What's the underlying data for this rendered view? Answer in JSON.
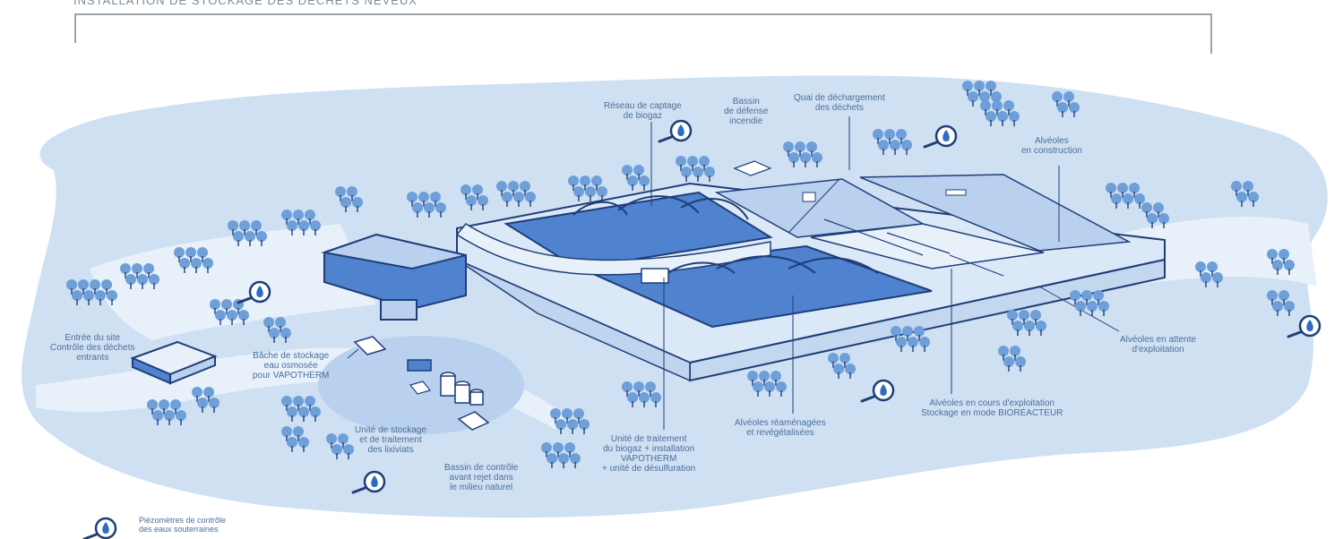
{
  "header": {
    "title": "INSTALLATION DE STOCKAGE DES DÉCHETS NEVEUX"
  },
  "labels": {
    "entree": [
      "Entrée du site",
      "Contrôle des déchets",
      "entrants"
    ],
    "bache": [
      "Bâche de stockage",
      "eau osmosée",
      "pour VAPOTHERM"
    ],
    "unite_stockage": [
      "Unité de stockage",
      "et de traitement",
      "des lixiviats"
    ],
    "bassin_controle": [
      "Bassin de contrôle",
      "avant rejet dans",
      "le milieu naturel"
    ],
    "unite_traitement": [
      "Unité de traitement",
      "du biogaz + installation",
      "VAPOTHERM",
      "+ unité de désulfuration"
    ],
    "reseau": [
      "Réseau de captage",
      "de biogaz"
    ],
    "bassin_defense": [
      "Bassin",
      "de défense",
      "incendie"
    ],
    "quai": [
      "Quai de déchargement",
      "des déchets"
    ],
    "alveoles_construction": [
      "Alvéoles",
      "en construction"
    ],
    "alveoles_attente": [
      "Alvéoles en attente",
      "d'exploitation"
    ],
    "alveoles_cours": [
      "Alvéoles en cours d'exploitation",
      "Stockage en mode BIORÉACTEUR"
    ],
    "alveoles_reamenagees": [
      "Alvéoles réaménagées",
      "et revégétalisées"
    ]
  },
  "legend": {
    "piezometres": [
      "Piézomètres de contrôle",
      "des eaux souterraines"
    ],
    "icon": "piezometer-icon"
  },
  "colors": {
    "ground": "#cfe0f3",
    "ground_light": "#e8f0fa",
    "water": "#4f82cf",
    "tree": "#6e9fd8",
    "line": "#1f3e78",
    "text": "#4a6f9a"
  }
}
